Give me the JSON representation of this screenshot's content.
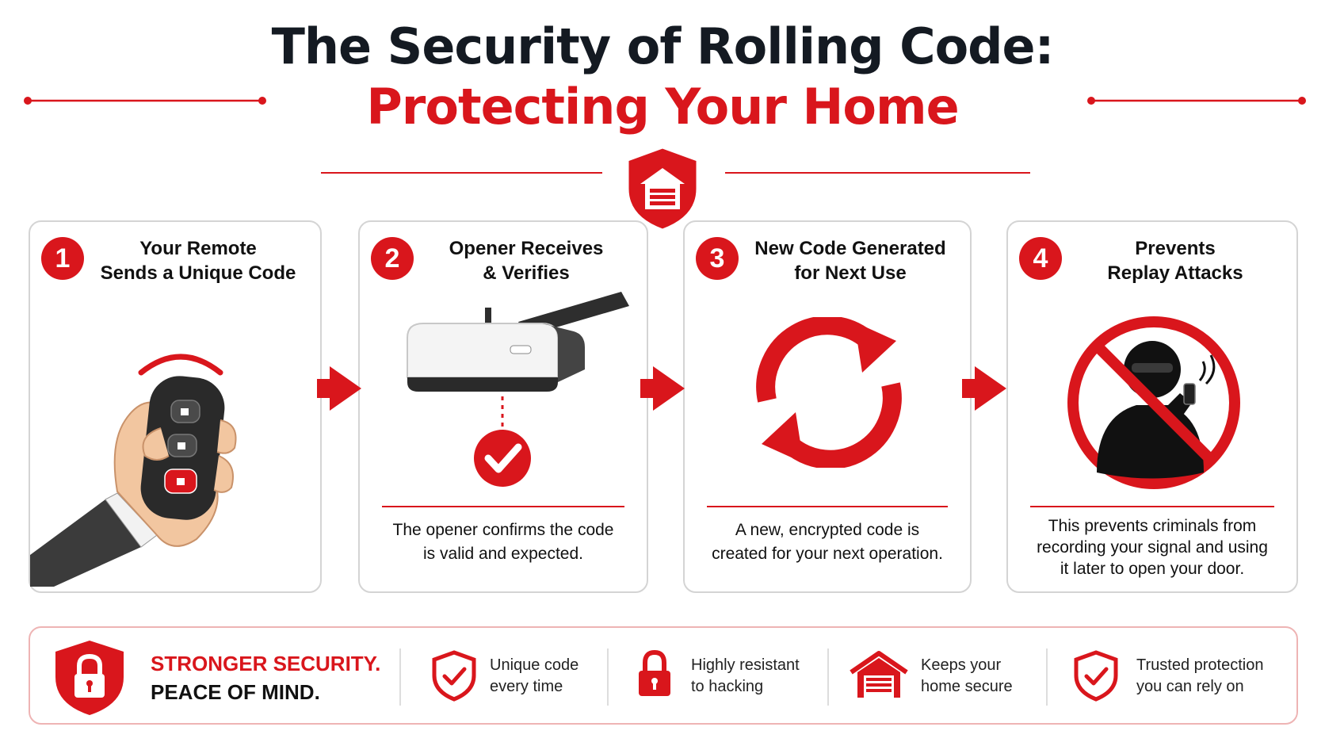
{
  "title": {
    "line1": "The Security of Rolling Code:",
    "line2": "Protecting Your Home"
  },
  "colors": {
    "accent": "#d9161c",
    "text": "#111111",
    "border": "#d4d4d4"
  },
  "steps": [
    {
      "number": "1",
      "title_line1": "Your Remote",
      "title_line2": "Sends a Unique Code",
      "icon": "hand-remote-icon",
      "desc_line1": "",
      "desc_line2": ""
    },
    {
      "number": "2",
      "title_line1": "Opener Receives",
      "title_line2": "& Verifies",
      "icon": "garage-opener-icon",
      "desc_line1": "The opener confirms the code",
      "desc_line2": "is valid and expected."
    },
    {
      "number": "3",
      "title_line1": "New Code Generated",
      "title_line2": "for Next Use",
      "icon": "refresh-cycle-icon",
      "desc_line1": "A new, encrypted code is",
      "desc_line2": "created for your next operation."
    },
    {
      "number": "4",
      "title_line1": "Prevents",
      "title_line2": "Replay Attacks",
      "icon": "no-hacker-icon",
      "desc_line1": "This prevents criminals from",
      "desc_line2": "recording your signal and using",
      "desc_line3": "it later to open your door."
    }
  ],
  "banner": {
    "headline1": "STRONGER SECURITY.",
    "headline2": "PEACE OF MIND.",
    "features": [
      {
        "icon": "shield-check-icon",
        "line1": "Unique code",
        "line2": "every time"
      },
      {
        "icon": "padlock-icon",
        "line1": "Highly resistant",
        "line2": "to hacking"
      },
      {
        "icon": "garage-home-icon",
        "line1": "Keeps your",
        "line2": "home secure"
      },
      {
        "icon": "shield-check-icon",
        "line1": "Trusted protection",
        "line2": "you can rely on"
      }
    ]
  }
}
